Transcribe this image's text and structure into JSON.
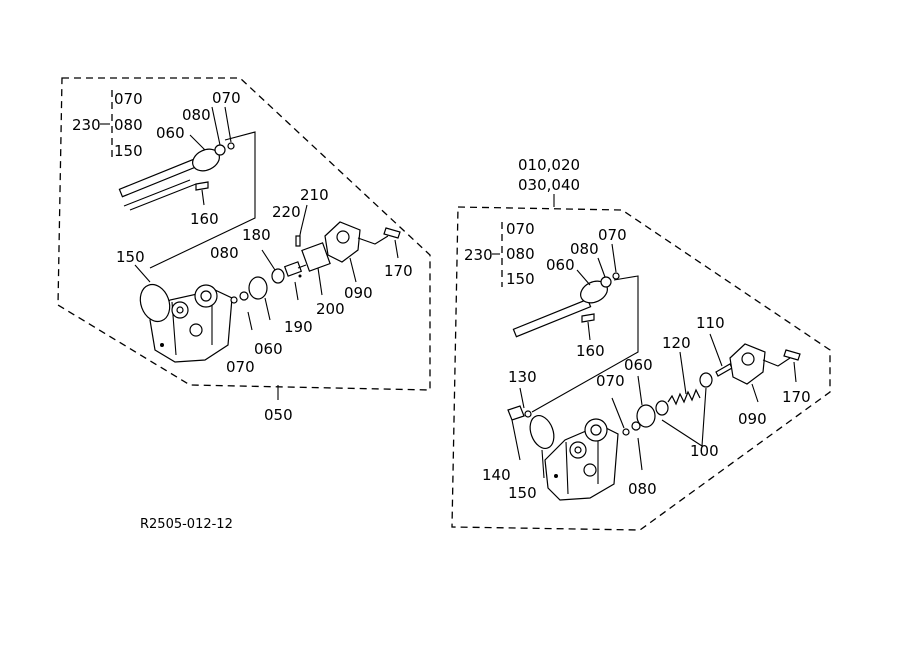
{
  "diagram": {
    "drawing_code": "R2505-012-12",
    "assembly_left": {
      "callout": "050",
      "bracket_group": {
        "parent": "230",
        "items": [
          "070",
          "080",
          "150"
        ]
      },
      "labels": {
        "l070_top": "070",
        "l080_top": "080",
        "l060_top": "060",
        "l160": "160",
        "l150": "150",
        "l080_mid": "080",
        "l180": "180",
        "l220": "220",
        "l210": "210",
        "l170": "170",
        "l090": "090",
        "l200": "200",
        "l190": "190",
        "l060_low": "060",
        "l070_low": "070"
      }
    },
    "assembly_right": {
      "callout_line1": "010,020",
      "callout_line2": "030,040",
      "bracket_group": {
        "parent": "230",
        "items": [
          "070",
          "080",
          "150"
        ]
      },
      "labels": {
        "l060_top": "060",
        "l080_top": "080",
        "l070_top": "070",
        "l160": "160",
        "l130": "130",
        "l070_mid": "070",
        "l060_mid": "060",
        "l120": "120",
        "l110": "110",
        "l170": "170",
        "l090": "090",
        "l100": "100",
        "l140": "140",
        "l150": "150",
        "l080_low": "080"
      }
    }
  }
}
